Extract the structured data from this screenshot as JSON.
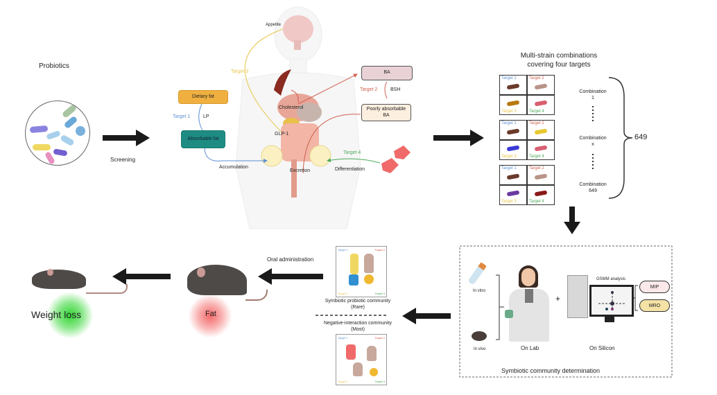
{
  "title": "Probiotic multi-strain symbiotic community workflow for weight loss",
  "colors": {
    "target1": "#5b8fd1",
    "target2": "#d0604f",
    "target3": "#e8c64a",
    "target4": "#4da85a",
    "dietary_fat_box": "#f0b040",
    "absorbable_fat_box": "#1e8c82",
    "ba_box": "#e8d2d6",
    "poorly_ba_box": "#fcefe0",
    "mip_pill": "#fbe8e8",
    "mro_pill": "#f4e2a6",
    "weight_loss_glow": "#33d633",
    "fat_glow": "#f46a6a",
    "arrow": "#1a1a1a"
  },
  "step1": {
    "label": "Probiotics",
    "arrow_label": "Screening"
  },
  "mechanism": {
    "appetite": "Appetite",
    "target3": "Target 3",
    "dietary_fat": "Dietary fat",
    "target1": "Target 1",
    "lp": "LP",
    "absorbable_fat": "Absorbable fat",
    "accumulation": "Accumulation",
    "cholesterol": "Cholesterol",
    "glp1": "GLP-1",
    "excretion": "Excretion",
    "ba": "BA",
    "target2": "Target 2",
    "bsh": "BSH",
    "poorly_ba": "Poorly absorbable BA",
    "target4": "Target 4",
    "differentiation": "Differentiation"
  },
  "combinations": {
    "title_line1": "Multi-strain combinations",
    "title_line2": "covering four targets",
    "cell_labels": [
      "Target 1",
      "Target 2",
      "Target 3",
      "Target 4"
    ],
    "combo_labels": [
      {
        "line1": "Combination",
        "line2": "1"
      },
      {
        "line1": "Combination",
        "line2": "x"
      },
      {
        "line1": "Combination",
        "line2": "649"
      }
    ],
    "total": "649"
  },
  "determination": {
    "in_vitro": "In vitro",
    "in_vivo": "In vivo",
    "on_lab": "On Lab",
    "on_silicon": "On Silicon",
    "gsmm": "GSMM analysis",
    "mip": "MIP",
    "mro": "MRO",
    "plus": "+",
    "caption": "Symbiotic community determination"
  },
  "communities": {
    "symbiotic_line1": "Symbiotic probiotic community",
    "symbiotic_line2": "(Rare)",
    "negative_line1": "Negative-interaction community",
    "negative_line2": "(Most)",
    "mini_labels": [
      "Target 1",
      "Target 2",
      "Target 3",
      "Target 4"
    ]
  },
  "outcome": {
    "oral": "Oral administration",
    "fat": "Fat",
    "weight_loss": "Weight loss"
  }
}
